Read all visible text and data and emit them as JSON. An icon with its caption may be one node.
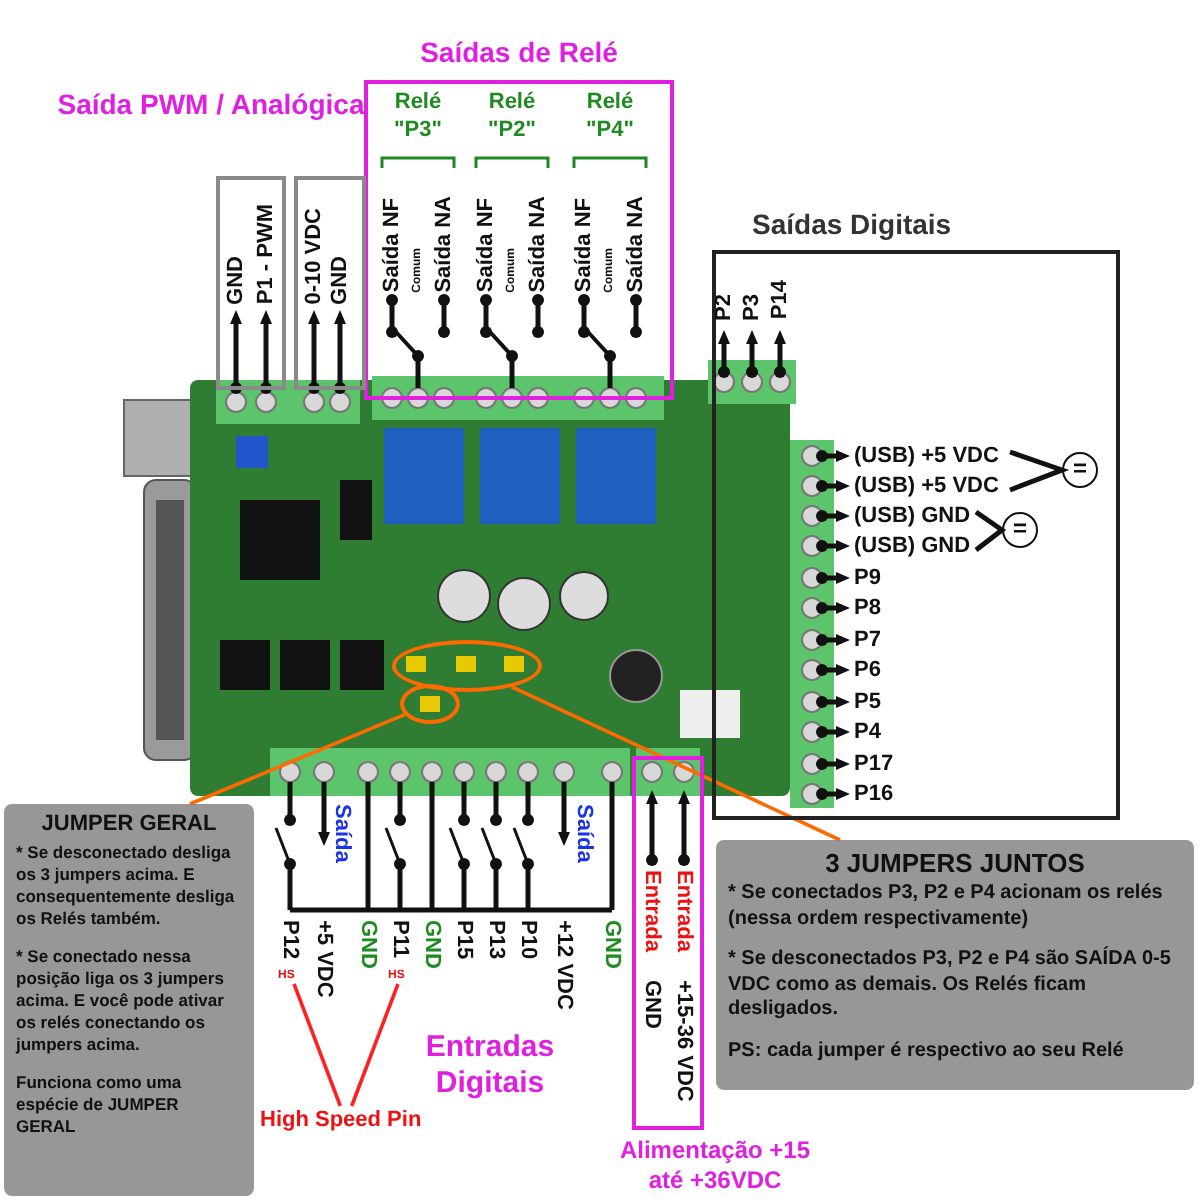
{
  "diagram": {
    "nodes": [
      {
        "text": [
          "Saídas de Relé"
        ]
      },
      {
        "text": [
          "Saídas Digitais"
        ]
      },
      {
        "text": [
          "Alimentação +15 até +36VDC"
        ]
      },
      {
        "text": [
          "GND",
          "P1 - PWM"
        ]
      },
      {
        "text": [
          "0-10 VDC",
          "GND"
        ]
      },
      {
        "text": [
          "JUMPER GERAL",
          "* Se desconectado desliga os 3 jumpers acima. E consequentemente desliga os Relés também.",
          "* Se conectado nessa posição liga os 3 jumpers acima. E você pode ativar os relés conectando os jumpers acima.",
          "Funciona como uma espécie de JUMPER GERAL"
        ]
      },
      {
        "text": [
          "3 JUMPERS JUNTOS",
          "* Se conectados P3, P2 e P4 acionam os relés (nessa ordem respectivamente)",
          "* Se desconectados P3, P2 e P4 são SAÍDA 0-5 VDC como as demais. Os Relés ficam desligados.",
          "PS: cada jumper é respectivo ao seu Relé"
        ]
      },
      {
        "text": [],
        "shape": "ellipse"
      },
      {
        "text": [],
        "shape": "ellipse"
      },
      {
        "text": [
          "="
        ],
        "in": 1
      },
      {
        "text": [
          "="
        ],
        "in": 1
      },
      {
        "text": [
          "High Speed Pin"
        ]
      },
      {
        "text": [
          "HS"
        ]
      },
      {
        "text": [
          "HS"
        ]
      }
    ],
    "edges": [
      {
        "from": 5,
        "to": 8,
        "arrow": "none"
      },
      {
        "from": 6,
        "to": 7,
        "arrow": "none"
      },
      {
        "from": 11,
        "to": 12,
        "arrow": "none",
        "color": "#ff2020"
      },
      {
        "from": 11,
        "to": 13,
        "arrow": "none",
        "color": "#ff2020"
      }
    ],
    "labels": [
      "Saída PWM / Analógica",
      "Relé \"P3\"",
      "Relé \"P2\"",
      "Relé \"P4\"",
      "Saída NF",
      "Comum",
      "Saída NA",
      "Saída NF",
      "Comum",
      "Saída NA",
      "Saída NF",
      "Comum",
      "Saída NA",
      "P2",
      "P3",
      "P14",
      "(USB) +5 VDC",
      "(USB) +5 VDC",
      "(USB) GND",
      "(USB) GND",
      "P9",
      "P8",
      "P7",
      "P6",
      "P5",
      "P4",
      "P17",
      "P16",
      "P12",
      "Saída",
      "+5 VDC",
      "GND",
      "P11",
      "GND",
      "P15",
      "P13",
      "P10",
      "Saída",
      "+12 VDC",
      "GND",
      "Entradas Digitais",
      "Entrada",
      "GND",
      "Entrada",
      "+15-36 VDC"
    ]
  }
}
